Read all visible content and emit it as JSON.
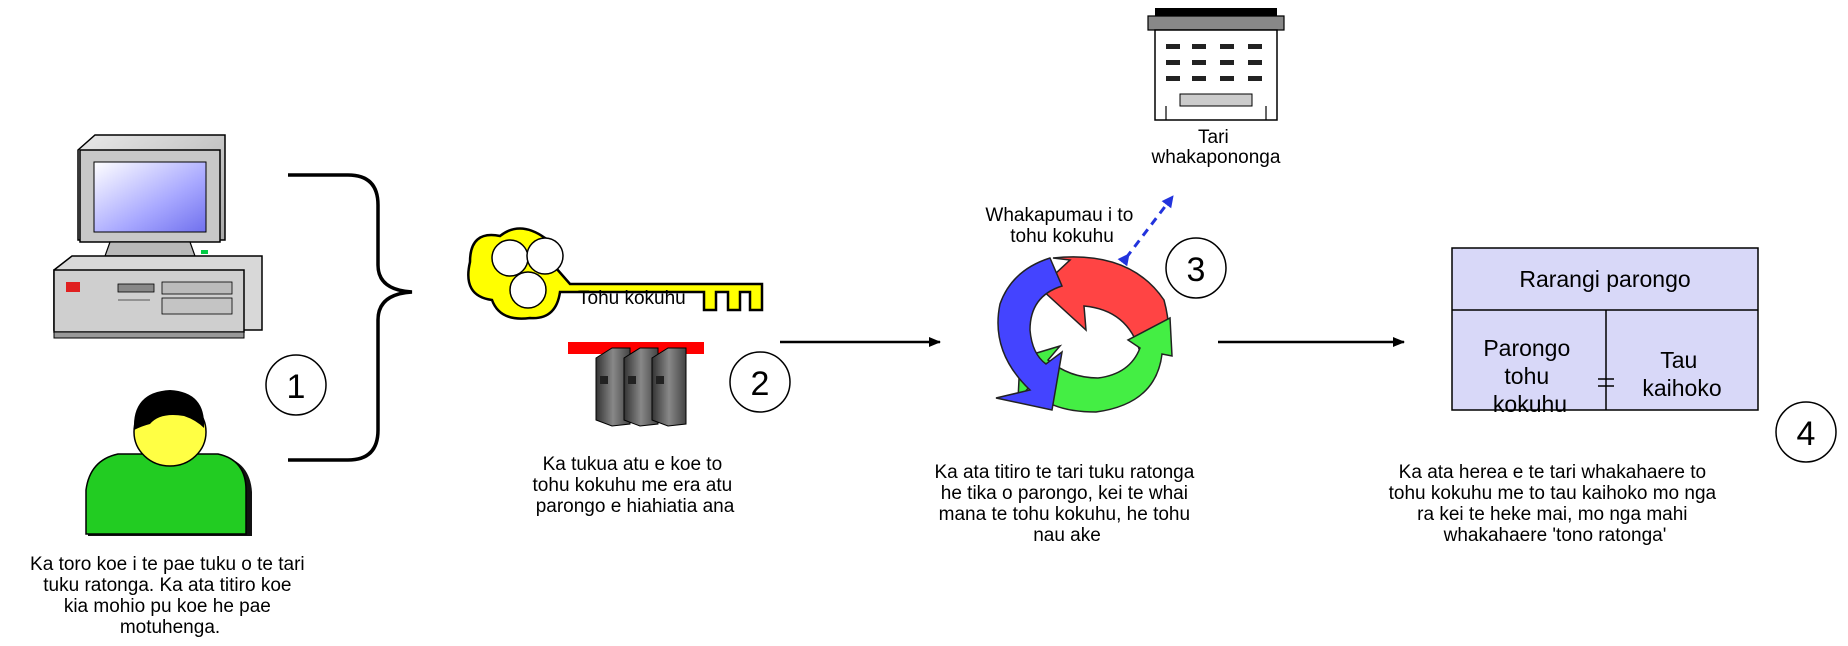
{
  "steps": [
    {
      "number": "1",
      "caption": [
        "Ka toro koe i te pae tuku o te tari",
        "tuku ratonga. Ka ata titiro koe",
        "kia mohio pu koe he pae",
        "motuhenga."
      ]
    },
    {
      "number": "2",
      "caption": [
        "Ka tukua atu e koe to",
        "tohu kokuhu me era atu",
        "parongo e hiahiatia ana"
      ]
    },
    {
      "number": "3",
      "caption": [
        "Ka ata titiro te tari tuku ratonga",
        "he tika o parongo, kei te whai",
        "mana te tohu kokuhu, he tohu",
        "nau ake"
      ]
    },
    {
      "number": "4",
      "caption": [
        "Ka ata herea e te tari whakahaere to",
        "tohu kokuhu me to tau kaihoko mo nga",
        "ra kei te heke mai, mo nga mahi",
        "whakahaere 'tono ratonga'"
      ]
    }
  ],
  "key_label": "Tohu kokuhu",
  "verify_label": [
    "Whakapumau i to",
    "tohu kokuhu"
  ],
  "office_label": [
    "Tari",
    "whakapononga"
  ],
  "table": {
    "header": "Rarangi parongo",
    "left_cell": [
      "Parongo",
      "tohu",
      "kokuhu"
    ],
    "right_cell": [
      "Tau",
      "kaihoko"
    ]
  },
  "colors": {
    "key_yellow": "#ffff00",
    "table_fill": "#d8d8f8",
    "person_green": "#22cc22",
    "arrow_blue": "#2233dd",
    "cycle_red": "#ff4444",
    "cycle_green": "#44ee44",
    "cycle_blue": "#4444ff"
  }
}
